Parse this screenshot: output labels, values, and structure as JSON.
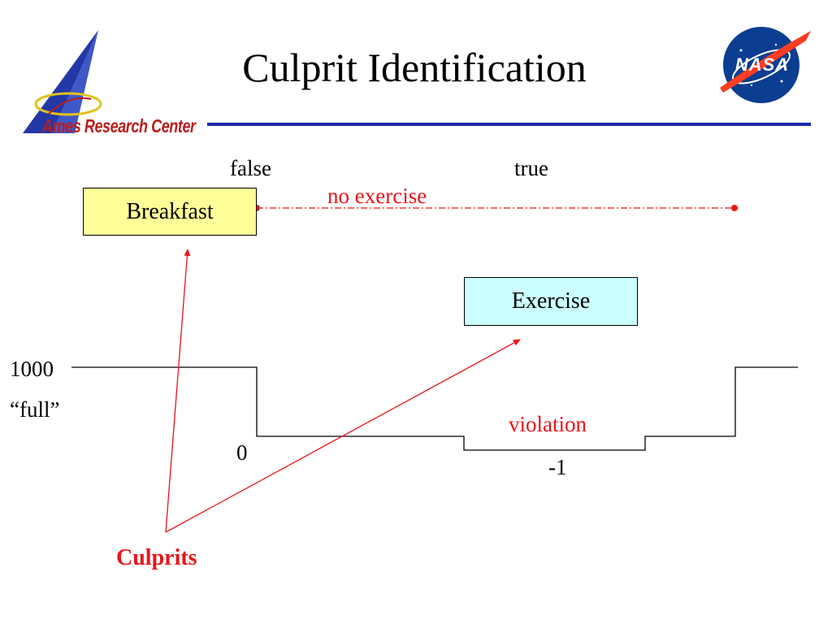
{
  "slide": {
    "title": "Culprit Identification"
  },
  "logos": {
    "ames": {
      "text": "Ames Research Center",
      "icon": "ames-delta-icon"
    },
    "nasa": {
      "text": "NASA",
      "icon": "nasa-meatball-icon"
    }
  },
  "diagram": {
    "breakfast_label": "Breakfast",
    "exercise_label": "Exercise",
    "false_label": "false",
    "true_label": "true",
    "no_exercise_label": "no exercise",
    "level_1000_label": "1000",
    "full_label": "“full”",
    "zero_label": "0",
    "neg_one_label": "-1",
    "violation_label": "violation",
    "culprits_label": "Culprits"
  },
  "colors": {
    "accent_red": "#e8141b",
    "rule_blue": "#1a2aa8",
    "breakfast_fill": "#ffff99",
    "exercise_fill": "#ccffff"
  }
}
